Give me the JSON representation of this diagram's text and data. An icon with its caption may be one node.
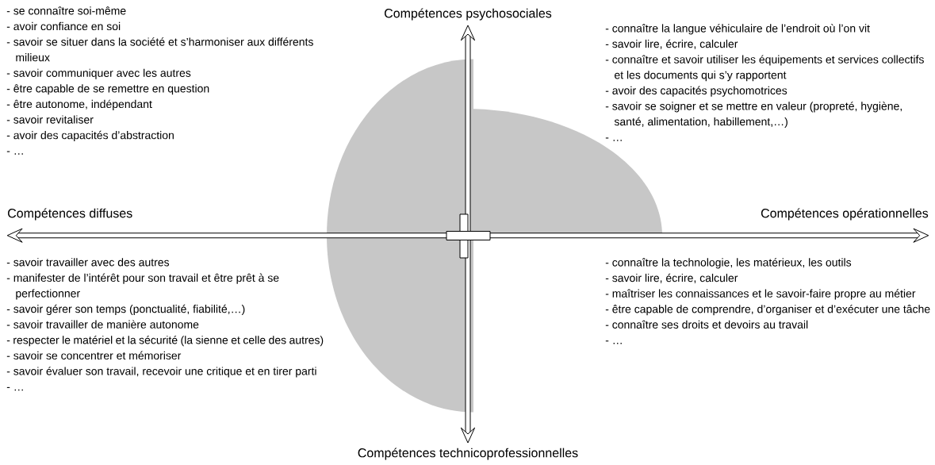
{
  "diagram": {
    "nodes": [
      {
        "text": [
          "Compétences psychosociales"
        ]
      },
      {
        "text": [
          "Compétences technicoprofessionnelles"
        ]
      },
      {
        "text": [
          "Compétences diffuses"
        ]
      },
      {
        "text": [
          "Compétences opérationnelles"
        ]
      }
    ],
    "edges": [
      {
        "from": 0,
        "to": 1,
        "arrow": "both"
      },
      {
        "from": 2,
        "to": 3,
        "arrow": "both"
      }
    ],
    "labels": [
      "- se connaître soi-même",
      "- avoir confiance en soi",
      "- savoir se situer dans la société et s’harmoniser aux différents milieux",
      "- savoir communiquer avec les autres",
      "- être capable de se remettre en question",
      "- être autonome, indépendant",
      "- savoir revitaliser",
      "- avoir des capacités d’abstraction",
      "- …",
      "- connaître la langue véhiculaire de l’endroit où l’on vit",
      "- savoir lire, écrire, calculer",
      "- connaître et savoir utiliser les équipements et services collectifs et les documents qui s’y rapportent",
      "- avoir des capacités psychomotrices",
      "- savoir se soigner et se mettre en valeur (propreté, hygiène, santé, alimentation, habillement,…)",
      "- …",
      "- savoir travailler avec des autres",
      "- manifester de l’intérêt pour son travail et être prêt à se perfectionner",
      "- savoir gérer son temps (ponctualité, fiabilité,…)",
      "- savoir travailler de manière autonome",
      "- respecter le matériel et la sécurité (la sienne et celle des autres)",
      "- savoir se concentrer et mémoriser",
      "- savoir évaluer son travail, recevoir une critique et en tirer parti",
      "- …",
      "- connaître la technologie, les matérieux, les outils",
      "- savoir lire, écrire, calculer",
      "- maîtriser les connaissances et le savoir-faire propre au métier",
      "- être capable de comprendre, d’organiser et d’exécuter une tâche",
      "- connaître ses droits et devoirs au travail",
      "- …"
    ]
  }
}
